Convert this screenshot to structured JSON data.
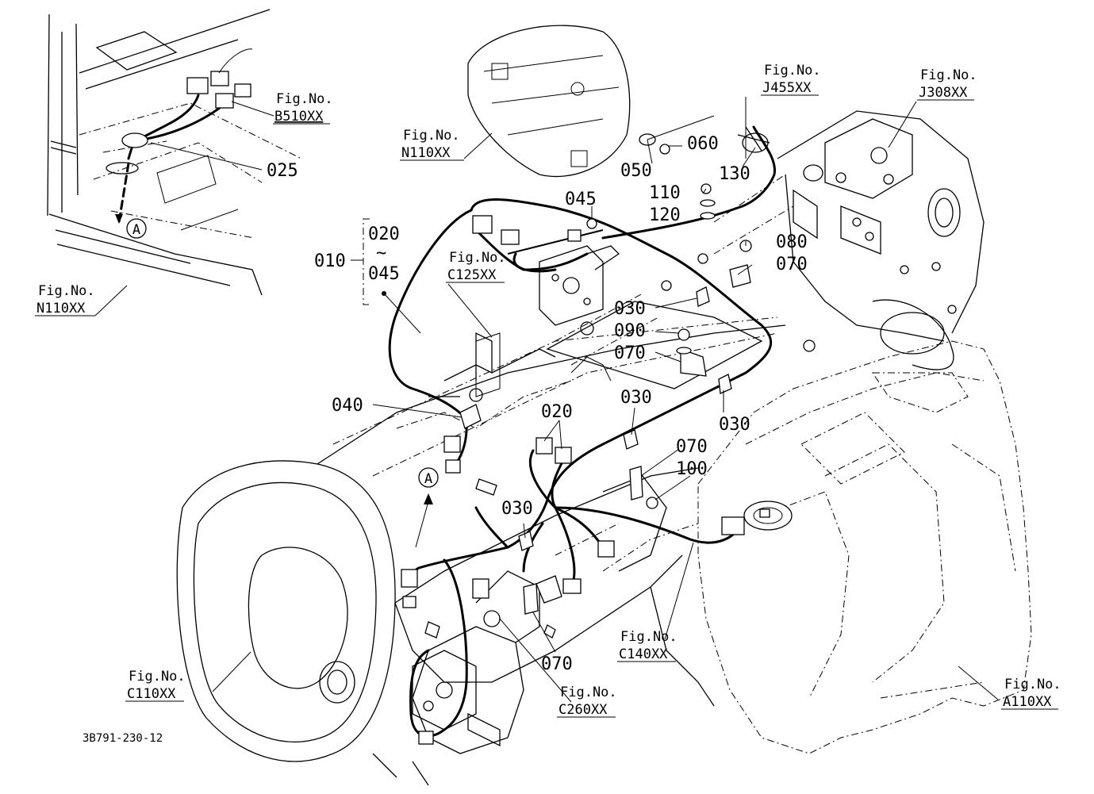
{
  "diagram": {
    "drawing_code": "3B791-230-12",
    "fig_prefix": "Fig.No.",
    "figure_refs": {
      "b510": "B510XX",
      "n110_inset": "N110XX",
      "n110_main": "N110XX",
      "j455": "J455XX",
      "j308": "J308XX",
      "c125": "C125XX",
      "c140": "C140XX",
      "c260": "C260XX",
      "c110": "C110XX",
      "a110": "A110XX"
    },
    "group": {
      "main": "010",
      "from": "020",
      "tilde": "~",
      "to": "045"
    },
    "view_marker": "A",
    "part_labels": {
      "p025": "025",
      "p060": "060",
      "p050": "050",
      "p130": "130",
      "p110": "110",
      "p120": "120",
      "p045": "045",
      "p080": "080",
      "p070_a": "070",
      "p030_a": "030",
      "p090": "090",
      "p070_b": "070",
      "p040": "040",
      "p030_b": "030",
      "p030_c": "030",
      "p020": "020",
      "p070_c": "070",
      "p100": "100",
      "p030_d": "030",
      "p070_d": "070"
    }
  }
}
